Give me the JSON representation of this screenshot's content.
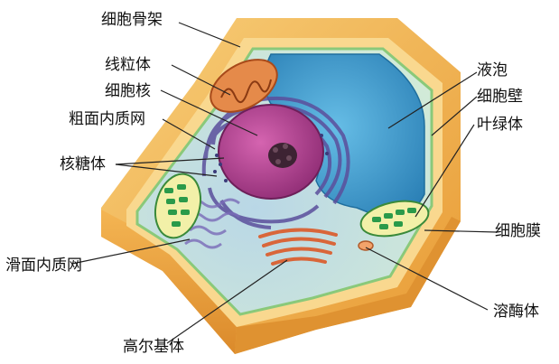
{
  "labels": {
    "cytoskeleton": "细胞骨架",
    "mitochondrion": "线粒体",
    "nucleus": "细胞核",
    "rough_er": "粗面内质网",
    "ribosome": "核糖体",
    "smooth_er": "滑面内质网",
    "golgi": "高尔基体",
    "vacuole": "液泡",
    "cell_wall": "细胞壁",
    "chloroplast": "叶绿体",
    "cell_membrane": "细胞膜",
    "lysosome": "溶酶体"
  },
  "colors": {
    "cell_wall": "#f2b24a",
    "cell_wall_dark": "#d98b2b",
    "cytoplasm": "#cfe9d2",
    "vacuole": "#3f9fd0",
    "nucleus": "#b33a8f",
    "nucleolus": "#4a2a3a",
    "chloroplast": "#2d9a4a",
    "mitochondrion": "#d56a2a",
    "golgi": "#e07b4e",
    "er": "#6a5aa8"
  }
}
